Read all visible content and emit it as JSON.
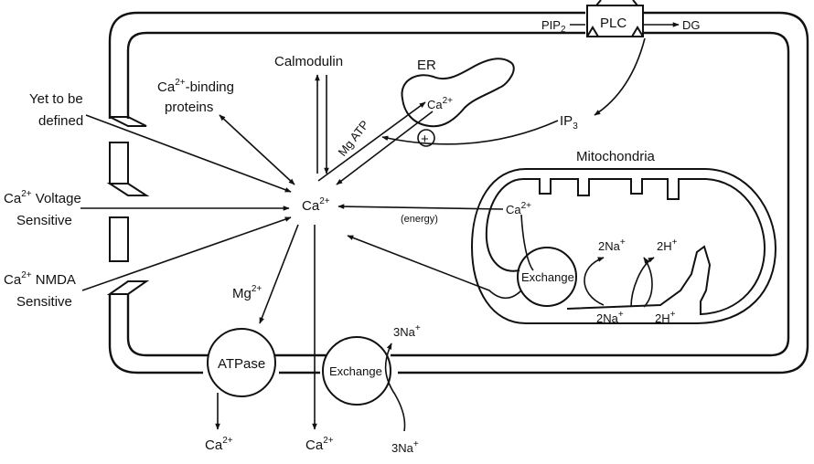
{
  "labels": {
    "plc": "PLC",
    "pip2": "PIP",
    "pip2_sub": "2",
    "dg": "DG",
    "ip3": "IP",
    "ip3_sub": "3",
    "calmodulin": "Calmodulin",
    "er": "ER",
    "er_ca": "Ca",
    "er_ca_sup": "2+",
    "mg_atp": "Mg ATP",
    "plus": "+",
    "binding_1_pre": "Ca",
    "binding_1_sup": "2+",
    "binding_1_post": "-binding",
    "binding_2": "proteins",
    "yet_1": "Yet to be",
    "yet_2": "defined",
    "voltage_1_pre": "Ca",
    "voltage_1_sup": "2+",
    "voltage_1_post": " Voltage",
    "voltage_2": "Sensitive",
    "nmda_1_pre": "Ca",
    "nmda_1_sup": "2+",
    "nmda_1_post": " NMDA",
    "nmda_2": "Sensitive",
    "center_ca": "Ca",
    "center_ca_sup": "2+",
    "energy": "(energy)",
    "mitochondria": "Mitochondria",
    "mito_ca": "Ca",
    "mito_ca_sup": "2+",
    "mito_exchange": "Exchange",
    "na_top": "2Na",
    "na_top_sup": "+",
    "h_top": "2H",
    "h_top_sup": "+",
    "na_bot": "2Na",
    "na_bot_sup": "+",
    "h_bot": "2H",
    "h_bot_sup": "+",
    "mg": "Mg",
    "mg_sup": "2+",
    "atpase": "ATPase",
    "pm_exchange": "Exchange",
    "na3_top": "3Na",
    "na3_top_sup": "+",
    "na3_bot": "3Na",
    "na3_bot_sup": "+",
    "ca_out1": "Ca",
    "ca_out1_sup": "2+",
    "ca_out2": "Ca",
    "ca_out2_sup": "2+"
  }
}
